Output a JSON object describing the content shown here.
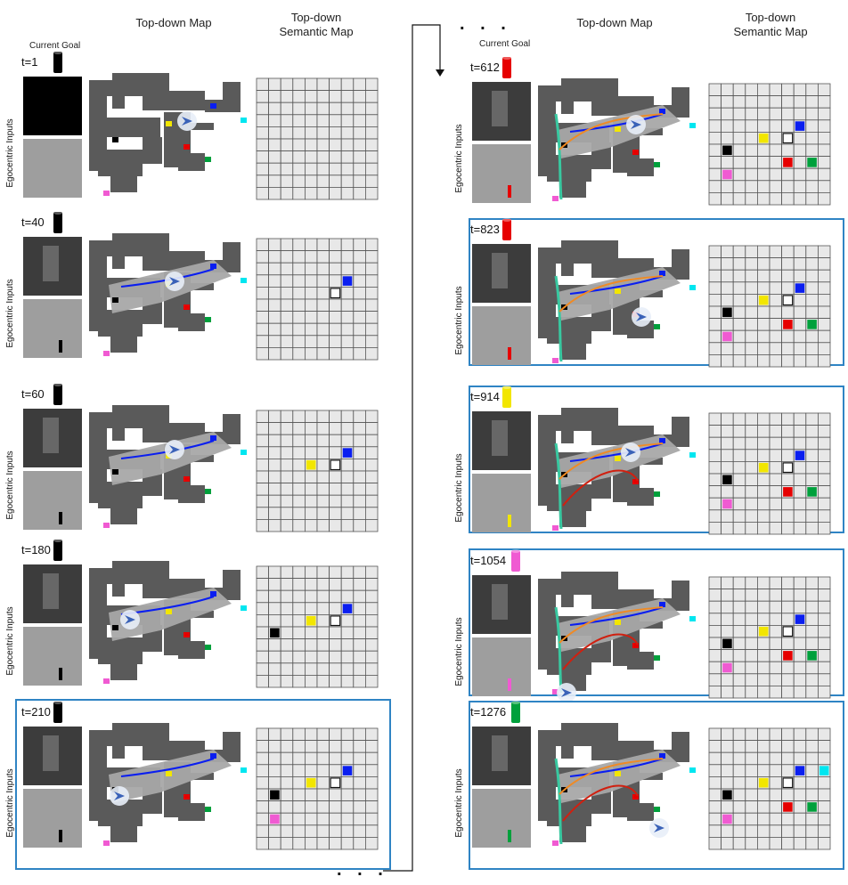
{
  "headers": {
    "top_down_map": "Top-down Map",
    "semantic_map_line1": "Top-down",
    "semantic_map_line2": "Semantic Map",
    "current_goal": "Current Goal",
    "egocentric_inputs": "Egocentric Inputs",
    "ellipsis": ". . ."
  },
  "colors": {
    "black": "#000000",
    "blue": "#0a1ef0",
    "yellow": "#f2e600",
    "red": "#e60000",
    "green": "#00a03c",
    "pink": "#f05ad2",
    "cyan": "#00e6f0",
    "highlight_border": "#2f84c4",
    "grid_cell": "#e8e8e8"
  },
  "panels": [
    {
      "time": "t=1",
      "goal": "black",
      "highlight": false,
      "cells": []
    },
    {
      "time": "t=40",
      "goal": "black",
      "highlight": false,
      "cells": [
        {
          "r": 3,
          "c": 7,
          "color": "blue"
        },
        {
          "r": 4,
          "c": 6,
          "color": "outline"
        }
      ]
    },
    {
      "time": "t=60",
      "goal": "black",
      "highlight": false,
      "cells": [
        {
          "r": 3,
          "c": 7,
          "color": "blue"
        },
        {
          "r": 4,
          "c": 4,
          "color": "yellow"
        },
        {
          "r": 4,
          "c": 6,
          "color": "outline"
        }
      ]
    },
    {
      "time": "t=180",
      "goal": "black",
      "highlight": false,
      "cells": [
        {
          "r": 3,
          "c": 7,
          "color": "blue"
        },
        {
          "r": 4,
          "c": 4,
          "color": "yellow"
        },
        {
          "r": 4,
          "c": 6,
          "color": "outline"
        },
        {
          "r": 5,
          "c": 1,
          "color": "black"
        }
      ]
    },
    {
      "time": "t=210",
      "goal": "black",
      "highlight": true,
      "cells": [
        {
          "r": 3,
          "c": 7,
          "color": "blue"
        },
        {
          "r": 4,
          "c": 4,
          "color": "yellow"
        },
        {
          "r": 4,
          "c": 6,
          "color": "outline"
        },
        {
          "r": 5,
          "c": 1,
          "color": "black"
        },
        {
          "r": 7,
          "c": 1,
          "color": "pink"
        }
      ]
    },
    {
      "time": "t=612",
      "goal": "red",
      "highlight": false,
      "cells": [
        {
          "r": 3,
          "c": 7,
          "color": "blue"
        },
        {
          "r": 4,
          "c": 4,
          "color": "yellow"
        },
        {
          "r": 4,
          "c": 6,
          "color": "outline"
        },
        {
          "r": 5,
          "c": 1,
          "color": "black"
        },
        {
          "r": 6,
          "c": 6,
          "color": "red"
        },
        {
          "r": 6,
          "c": 8,
          "color": "green"
        },
        {
          "r": 7,
          "c": 1,
          "color": "pink"
        }
      ]
    },
    {
      "time": "t=823",
      "goal": "red",
      "highlight": true,
      "cells": [
        {
          "r": 3,
          "c": 7,
          "color": "blue"
        },
        {
          "r": 4,
          "c": 4,
          "color": "yellow"
        },
        {
          "r": 4,
          "c": 6,
          "color": "outline"
        },
        {
          "r": 5,
          "c": 1,
          "color": "black"
        },
        {
          "r": 6,
          "c": 6,
          "color": "red"
        },
        {
          "r": 6,
          "c": 8,
          "color": "green"
        },
        {
          "r": 7,
          "c": 1,
          "color": "pink"
        }
      ]
    },
    {
      "time": "t=914",
      "goal": "yellow",
      "highlight": true,
      "cells": [
        {
          "r": 3,
          "c": 7,
          "color": "blue"
        },
        {
          "r": 4,
          "c": 4,
          "color": "yellow"
        },
        {
          "r": 4,
          "c": 6,
          "color": "outline"
        },
        {
          "r": 5,
          "c": 1,
          "color": "black"
        },
        {
          "r": 6,
          "c": 6,
          "color": "red"
        },
        {
          "r": 6,
          "c": 8,
          "color": "green"
        },
        {
          "r": 7,
          "c": 1,
          "color": "pink"
        }
      ]
    },
    {
      "time": "t=1054",
      "goal": "pink",
      "highlight": true,
      "cells": [
        {
          "r": 3,
          "c": 7,
          "color": "blue"
        },
        {
          "r": 4,
          "c": 4,
          "color": "yellow"
        },
        {
          "r": 4,
          "c": 6,
          "color": "outline"
        },
        {
          "r": 5,
          "c": 1,
          "color": "black"
        },
        {
          "r": 6,
          "c": 6,
          "color": "red"
        },
        {
          "r": 6,
          "c": 8,
          "color": "green"
        },
        {
          "r": 7,
          "c": 1,
          "color": "pink"
        }
      ]
    },
    {
      "time": "t=1276",
      "goal": "green",
      "highlight": true,
      "cells": [
        {
          "r": 3,
          "c": 7,
          "color": "blue"
        },
        {
          "r": 3,
          "c": 9,
          "color": "cyan"
        },
        {
          "r": 4,
          "c": 4,
          "color": "yellow"
        },
        {
          "r": 4,
          "c": 6,
          "color": "outline"
        },
        {
          "r": 5,
          "c": 1,
          "color": "black"
        },
        {
          "r": 6,
          "c": 6,
          "color": "red"
        },
        {
          "r": 6,
          "c": 8,
          "color": "green"
        },
        {
          "r": 7,
          "c": 1,
          "color": "pink"
        }
      ]
    }
  ]
}
